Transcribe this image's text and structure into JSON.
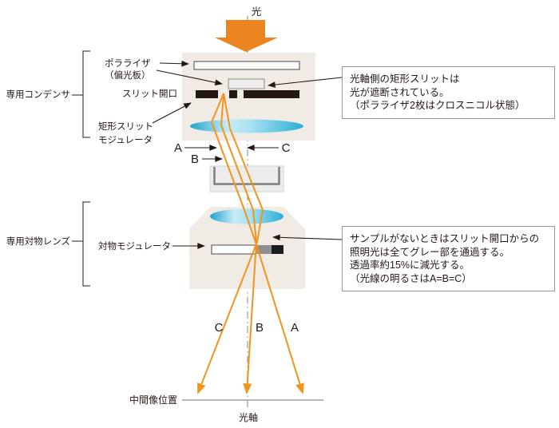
{
  "figure": {
    "top_label": "光",
    "axis_label": "光軸",
    "image_plane_label": "中間像位置"
  },
  "condenser": {
    "group_label": "専用コンデンサ",
    "polarizer_label_line1": "ポラライザ",
    "polarizer_label_line2": "（偏光板）",
    "slit_label": "スリット開口",
    "modulator_label_line1": "矩形スリット",
    "modulator_label_line2": "モジュレータ"
  },
  "objective": {
    "group_label": "専用対物レンズ",
    "modulator_label": "対物モジュレータ"
  },
  "rays": {
    "mid": {
      "a": "A",
      "b": "B",
      "c": "C"
    },
    "bottom": {
      "a": "A",
      "b": "B",
      "c": "C"
    }
  },
  "callouts": {
    "slit_note": {
      "lines": [
        "光軸側の矩形スリットは",
        "光が遮断されている。",
        "（ポラライザ2枚はクロスニコル状態）"
      ]
    },
    "sample_note": {
      "lines": [
        "サンプルがないときはスリット開口からの",
        "照明光は全てグレー部を通過する。",
        "透過率約15%に減光する。",
        "（光線の明るさはA=B=C）"
      ]
    }
  },
  "colors": {
    "ray_orange": "#f0941e",
    "arrow_orange": "#ec8420",
    "housing_beige": "#f0ebe4",
    "lens_cyan": "#29b0d6",
    "slit_black": "#231815",
    "ink": "#231815",
    "axis_gray": "#9b9b9b",
    "callout_border": "#999999"
  }
}
